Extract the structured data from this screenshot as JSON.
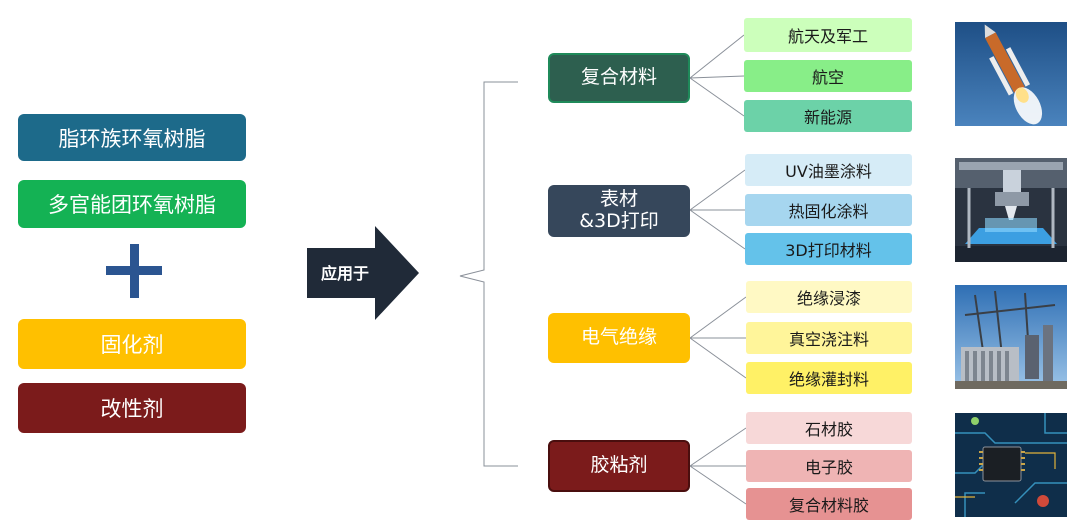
{
  "materials": {
    "resins": [
      "脂环族环氧树脂",
      "多官能团环氧树脂"
    ],
    "additives": [
      "固化剂",
      "改性剂"
    ]
  },
  "arrow_label": "应用于",
  "colors": {
    "resin1": "#1d6a8a",
    "resin2": "#14b254",
    "plus": "#2b5591",
    "additive1": "#ffc000",
    "additive2": "#7b1b1b",
    "arrow": "#202a38"
  },
  "applications": [
    {
      "label": "复合材料",
      "color": "#2d5f4f",
      "items": [
        "航天及军工",
        "航空",
        "新能源"
      ],
      "item_colors": [
        "#ccffbb",
        "#88ee88",
        "#6cd2a8"
      ],
      "image_icon": "rocket-photo-icon"
    },
    {
      "label": "表材\n&3D打印",
      "color": "#36475b",
      "items": [
        "UV油墨涂料",
        "热固化涂料",
        "3D打印材料"
      ],
      "item_colors": [
        "#d6ecf7",
        "#a6d6ef",
        "#64c2ea"
      ],
      "image_icon": "3d-printer-photo-icon"
    },
    {
      "label": "电气绝缘",
      "color": "#ffc000",
      "items": [
        "绝缘浸漆",
        "真空浇注料",
        "绝缘灌封料"
      ],
      "item_colors": [
        "#fff9c4",
        "#fff59a",
        "#fff166"
      ],
      "image_icon": "transformer-photo-icon"
    },
    {
      "label": "胶粘剂",
      "color": "#7b1b1b",
      "items": [
        "石材胶",
        "电子胶",
        "复合材料胶"
      ],
      "item_colors": [
        "#f7d8d8",
        "#efb4b4",
        "#e69292"
      ],
      "image_icon": "circuit-board-photo-icon"
    }
  ]
}
